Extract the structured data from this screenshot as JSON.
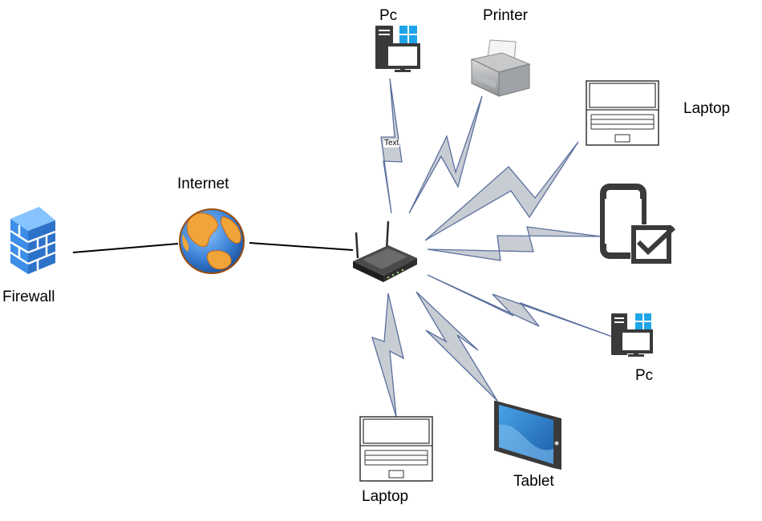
{
  "nodes": {
    "firewall": {
      "label": "Firewall",
      "icon": "firewall-icon"
    },
    "internet": {
      "label": "Internet",
      "icon": "globe-icon"
    },
    "router": {
      "label": "",
      "icon": "wireless-router-icon"
    },
    "pc_top": {
      "label": "Pc",
      "icon": "windows-pc-icon"
    },
    "printer": {
      "label": "Printer",
      "icon": "printer-icon"
    },
    "laptop_right": {
      "label": "Laptop",
      "icon": "laptop-icon"
    },
    "mobile": {
      "label": "",
      "icon": "mobile-device-checked-icon"
    },
    "pc_right": {
      "label": "Pc",
      "icon": "windows-pc-icon"
    },
    "tablet": {
      "label": "Tablet",
      "icon": "tablet-icon"
    },
    "laptop_bottom": {
      "label": "Laptop",
      "icon": "laptop-icon"
    }
  },
  "connections": {
    "wired": [
      [
        "firewall",
        "internet"
      ],
      [
        "internet",
        "router"
      ]
    ],
    "wireless": [
      [
        "router",
        "pc_top"
      ],
      [
        "router",
        "printer"
      ],
      [
        "router",
        "laptop_right"
      ],
      [
        "router",
        "mobile"
      ],
      [
        "router",
        "pc_right"
      ],
      [
        "router",
        "tablet"
      ],
      [
        "router",
        "laptop_bottom"
      ]
    ],
    "edge_label": "Text"
  },
  "colors": {
    "bolt_fill": "#c8cdd4",
    "bolt_stroke": "#5a6f9e",
    "firewall_blue": "#3d8ee6",
    "globe_ocean": "#3c82d6",
    "globe_land": "#f0a43a",
    "pc_dark": "#3a3a3a",
    "windows_blue": "#1ea4e9",
    "tablet_screen": "#1f6fb8"
  }
}
